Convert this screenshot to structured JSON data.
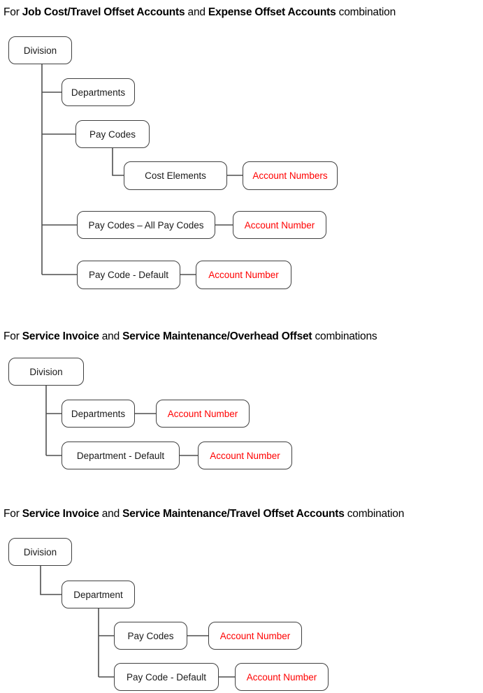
{
  "colors": {
    "accent_red": "#ff0000",
    "box_border": "#404040",
    "connector": "#4f4f4f",
    "background": "#ffffff"
  },
  "sections": [
    {
      "heading": {
        "pre": "For ",
        "bold1": "Job Cost/Travel Offset Accounts",
        "mid": " and ",
        "bold2": "Expense Offset Accounts",
        "post": " combination"
      },
      "nodes": {
        "division": "Division",
        "departments": "Departments",
        "pay_codes": "Pay Codes",
        "cost_elements": "Cost Elements",
        "account_numbers": "Account Numbers",
        "pay_codes_all": "Pay Codes – All Pay Codes",
        "account_number_all": "Account Number",
        "pay_code_default": "Pay Code - Default",
        "account_number_default": "Account Number"
      }
    },
    {
      "heading": {
        "pre": "For ",
        "bold1": "Service Invoice",
        "mid": " and ",
        "bold2": "Service Maintenance/Overhead Offset",
        "post": " combinations"
      },
      "nodes": {
        "division": "Division",
        "departments": "Departments",
        "account_number_departments": "Account Number",
        "department_default": "Department - Default",
        "account_number_default": "Account Number"
      }
    },
    {
      "heading": {
        "pre": "For ",
        "bold1": "Service Invoice",
        "mid": " and ",
        "bold2": "Service Maintenance/Travel Offset Accounts",
        "post": " combination"
      },
      "nodes": {
        "division": "Division",
        "department": "Department",
        "pay_codes": "Pay Codes",
        "account_number_pay_codes": "Account Number",
        "pay_code_default": "Pay Code - Default",
        "account_number_default": "Account Number"
      }
    }
  ]
}
